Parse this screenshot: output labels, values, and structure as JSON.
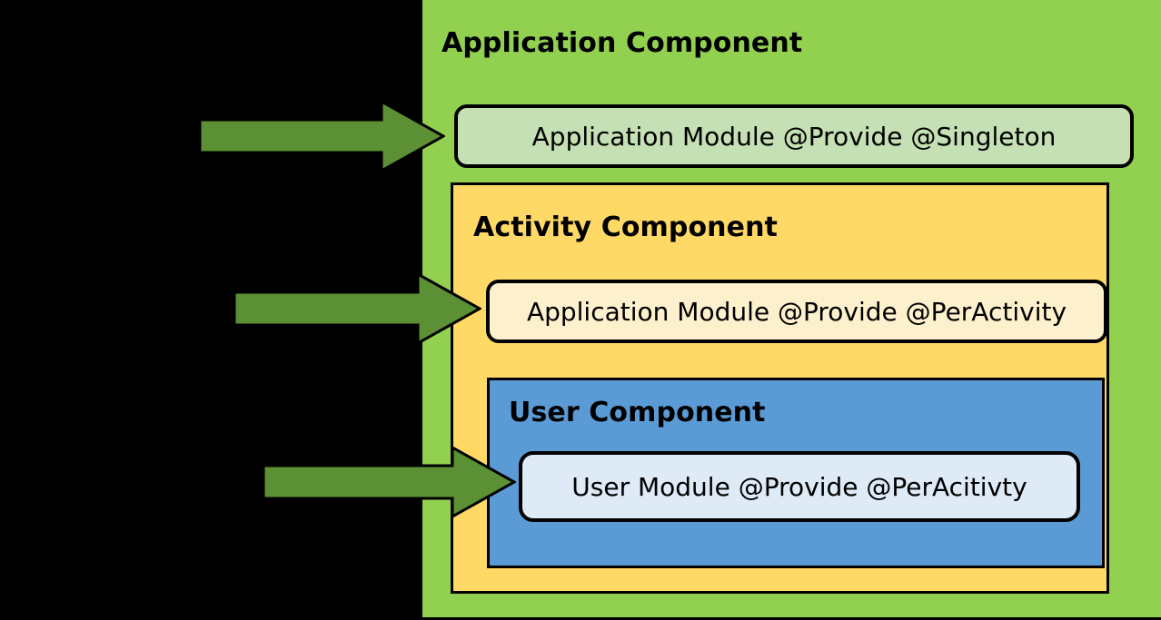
{
  "diagram": {
    "title": "Dagger Component Scoping Diagram",
    "background_color": "#000000",
    "components": [
      {
        "id": "application-component",
        "label": "Application Component",
        "fill": "#92d050",
        "module": {
          "id": "application-module-singleton",
          "label": "Application Module @Provide @Singleton",
          "fill": "#c5e0b4"
        }
      },
      {
        "id": "activity-component",
        "label": "Activity Component",
        "fill": "#ffd966",
        "module": {
          "id": "application-module-peractivity",
          "label": "Application Module @Provide @PerActivity",
          "fill": "#fdf0cd"
        }
      },
      {
        "id": "user-component",
        "label": "User Component",
        "fill": "#5b9bd5",
        "module": {
          "id": "user-module-peracitivty",
          "label": "User Module @Provide @PerAcitivty",
          "fill": "#deeaf6"
        }
      }
    ],
    "arrows": [
      {
        "id": "arrow-to-application-module",
        "target": "application-module-singleton",
        "fill": "#5b9134",
        "direction": "right"
      },
      {
        "id": "arrow-to-activity-module",
        "target": "application-module-peractivity",
        "fill": "#5b9134",
        "direction": "right"
      },
      {
        "id": "arrow-to-user-module",
        "target": "user-module-peracitivty",
        "fill": "#5b9134",
        "direction": "right"
      }
    ],
    "stroke_color": "#000000"
  }
}
